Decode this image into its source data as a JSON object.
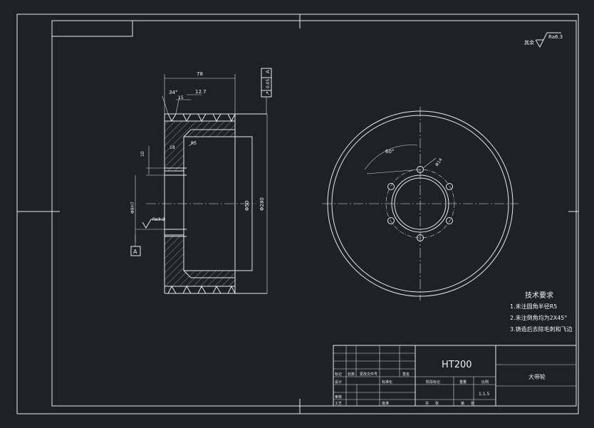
{
  "drawing": {
    "title_block": {
      "material": "HT200",
      "part_name": "大带轮",
      "scale_value": "1:1.5",
      "header_labels": [
        "标记",
        "处数",
        "更改文件号",
        "签名"
      ],
      "row_labels": [
        "设计",
        "审核",
        "工艺"
      ],
      "mid_labels": [
        "标准化",
        "批准"
      ],
      "stage_labels": [
        "阶段标记",
        "重量",
        "比例"
      ],
      "sheet_labels": [
        "共",
        "张",
        "第",
        "张"
      ]
    },
    "surface_finish_note": {
      "prefix": "其余",
      "value": "Ra6.3"
    },
    "technical_requirements": {
      "heading": "技术要求",
      "items": [
        "1.未注圆角半径R5",
        "2.未注倒角均为2X45°",
        "3.铸造后去除毛刺和飞边"
      ]
    },
    "section_view": {
      "dims": {
        "overall_width": "78",
        "groove_angle": "34°",
        "groove_pitch": "12.7",
        "groove_top": "15",
        "rim_thickness": "18",
        "hub_width": "10",
        "bore_dia": "Φ50",
        "outer_dia": "Φ280",
        "hole_dia": "Φ9H7",
        "fillet": "R5",
        "roughness": "Ra3.2",
        "datum": "A"
      },
      "tolerance_frame": {
        "symbol": "↗",
        "value": "0.05",
        "datum": "A"
      }
    },
    "front_view": {
      "angle_label": "60°",
      "hole_label": "Φ14"
    }
  }
}
